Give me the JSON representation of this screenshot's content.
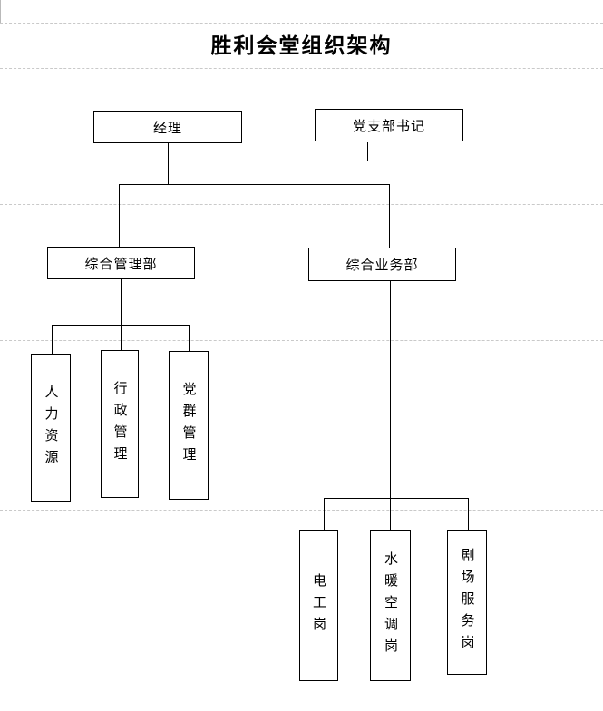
{
  "page": {
    "title": "胜利会堂组织架构",
    "background_color": "#ffffff",
    "connector_color": "#000000",
    "gridline_color": "#c9c9c9"
  },
  "org_chart": {
    "nodes": {
      "manager": {
        "label": "经理"
      },
      "party_secretary": {
        "label": "党支部书记"
      },
      "general_management_dept": {
        "label": "综合管理部"
      },
      "general_business_dept": {
        "label": "综合业务部"
      },
      "human_resources": {
        "label": "人力资源"
      },
      "administration": {
        "label": "行政管理"
      },
      "party_group": {
        "label": "党群管理"
      },
      "electrician_post": {
        "label": "电工岗"
      },
      "hvac_post": {
        "label": "水暖空调岗"
      },
      "theater_service_post": {
        "label": "剧场服务岗"
      }
    },
    "hierarchy": [
      {
        "parents": [
          "经理",
          "党支部书记"
        ],
        "children": [
          "综合管理部",
          "综合业务部"
        ]
      },
      {
        "parents": [
          "综合管理部"
        ],
        "children": [
          "人力资源",
          "行政管理",
          "党群管理"
        ]
      },
      {
        "parents": [
          "综合业务部"
        ],
        "children": [
          "电工岗",
          "水暖空调岗",
          "剧场服务岗"
        ]
      }
    ]
  }
}
